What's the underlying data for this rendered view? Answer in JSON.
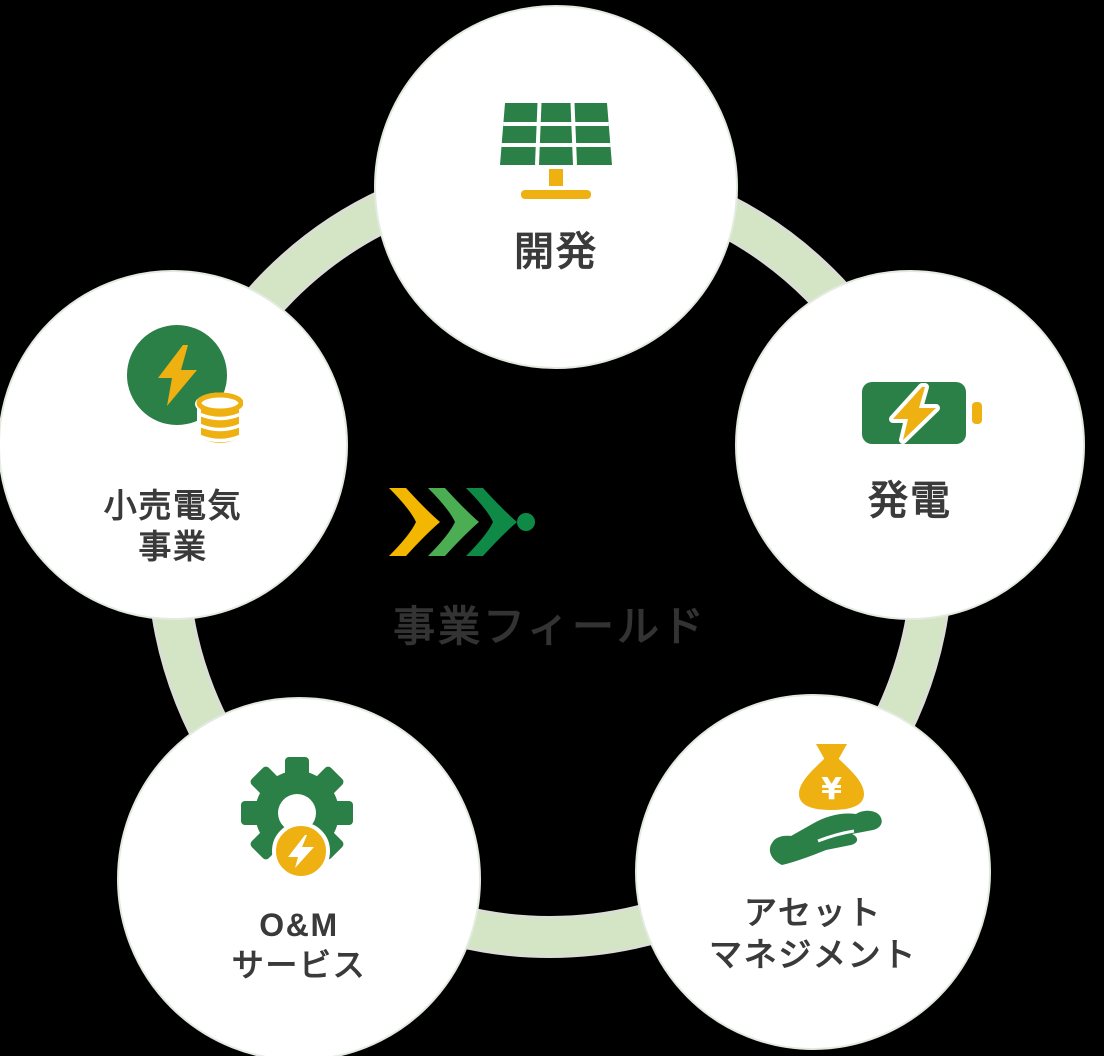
{
  "diagram": {
    "center": {
      "label": "事業フィールド",
      "arrow_icon": "triple-chevron-right",
      "arrow_colors": [
        "#F4B700",
        "#4CAE52",
        "#0E8A46"
      ]
    },
    "nodes": [
      {
        "id": "development",
        "icon": "solar-panel-icon",
        "lines": [
          "開発"
        ]
      },
      {
        "id": "power-generation",
        "icon": "battery-charging-icon",
        "lines": [
          "発電"
        ]
      },
      {
        "id": "asset-management",
        "icon": "money-bag-hand-icon",
        "lines": [
          "アセット",
          "マネジメント"
        ]
      },
      {
        "id": "om-service",
        "icon": "gear-lightning-icon",
        "lines": [
          "O&M",
          "サービス"
        ]
      },
      {
        "id": "retail-electricity",
        "icon": "lightning-coins-icon",
        "lines": [
          "小売電気",
          "事業"
        ]
      }
    ],
    "colors": {
      "background": "#000000",
      "circle_fill": "#FFFFFF",
      "circle_border": "#E3EAE0",
      "ring_band": "#D3E5C4",
      "ring_edge": "#DADED4",
      "icon_green": "#2B8047",
      "icon_yellow": "#EEB111",
      "label_text": "#3A3A3A",
      "center_text": "#333333"
    }
  }
}
